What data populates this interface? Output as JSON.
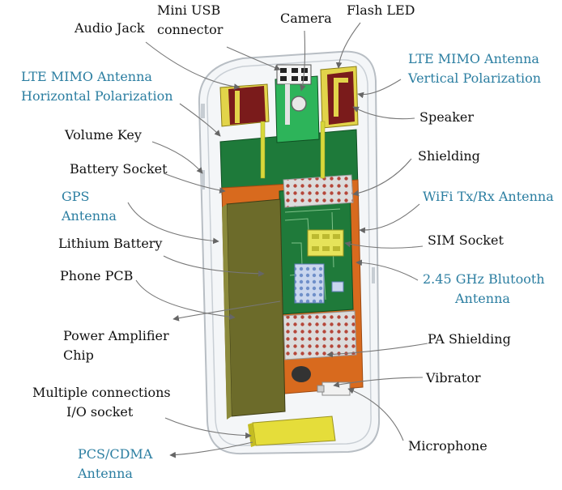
{
  "colors": {
    "label_black": "#111111",
    "label_blue": "#2b7ea1",
    "pcb_green": "#1e7a3a",
    "board_orange": "#d86a1e",
    "battery_olive": "#6c6b2a",
    "shield_grey": "#d9d9d9",
    "antenna_maroon": "#7a1b1b",
    "antenna_yellow": "#d8d83a",
    "sim_yellow": "#e6e35a",
    "chip_blue": "#b9c9e6"
  },
  "labels": {
    "audio_jack": "Audio Jack",
    "mini_usb_1": "Mini USB",
    "mini_usb_2": "connector",
    "camera": "Camera",
    "flash_led": "Flash LED",
    "lte_h_1": "LTE MIMO Antenna",
    "lte_h_2": "Horizontal Polarization",
    "lte_v_1": "LTE MIMO Antenna",
    "lte_v_2": "Vertical Polarization",
    "speaker": "Speaker",
    "volume_key": "Volume Key",
    "shielding": "Shielding",
    "battery_socket": "Battery Socket",
    "gps_1": "GPS",
    "gps_2": "Antenna",
    "wifi": "WiFi Tx/Rx Antenna",
    "lithium_battery": "Lithium Battery",
    "sim_socket": "SIM Socket",
    "phone_pcb": "Phone PCB",
    "bt_1": "2.45 GHz Blutooth",
    "bt_2": "Antenna",
    "pa_chip_1": "Power Amplifier",
    "pa_chip_2": "Chip",
    "pa_shielding": "PA Shielding",
    "vibrator": "Vibrator",
    "io_1": "Multiple connections",
    "io_2": "I/O socket",
    "microphone": "Microphone",
    "pcs_1": "PCS/CDMA",
    "pcs_2": "Antenna"
  }
}
